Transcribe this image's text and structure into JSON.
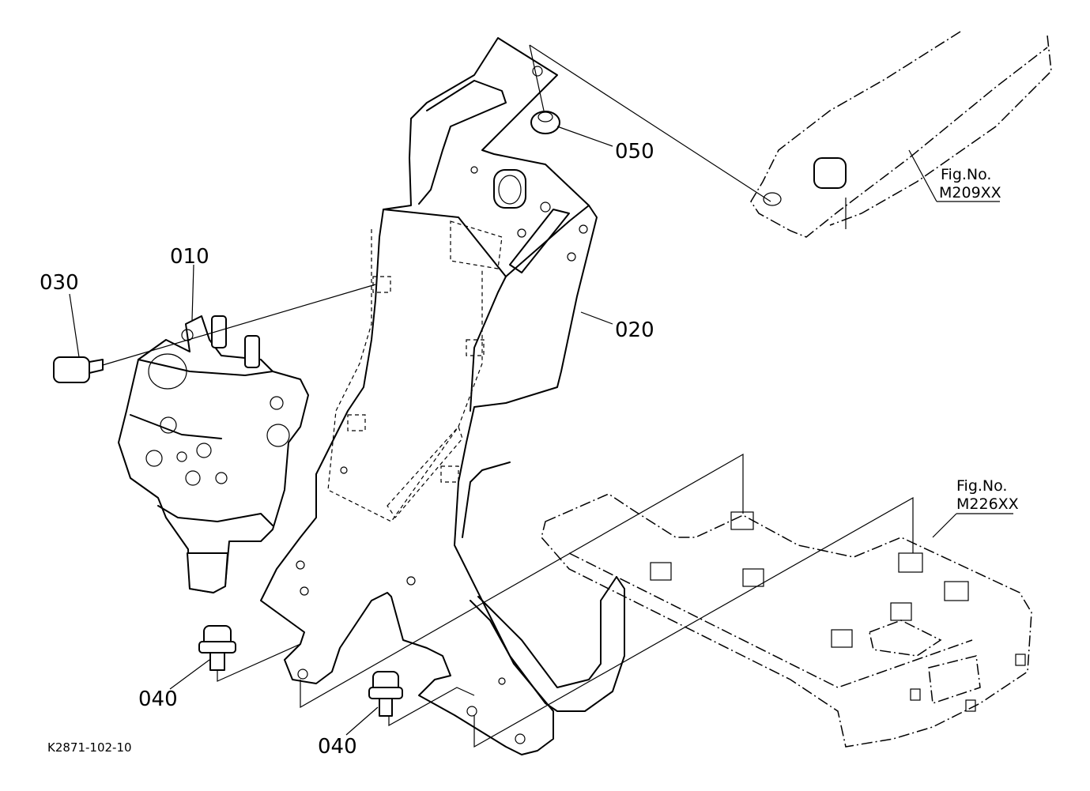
{
  "parts": {
    "p010": "010",
    "p020": "020",
    "p030": "030",
    "p040a": "040",
    "p040b": "040",
    "p050": "050"
  },
  "refs": {
    "fig_a_label": "Fig.No.",
    "fig_a_number": "M209XX",
    "fig_b_label": "Fig.No.",
    "fig_b_number": "M226XX"
  },
  "drawing_code": "K2871-102-10"
}
